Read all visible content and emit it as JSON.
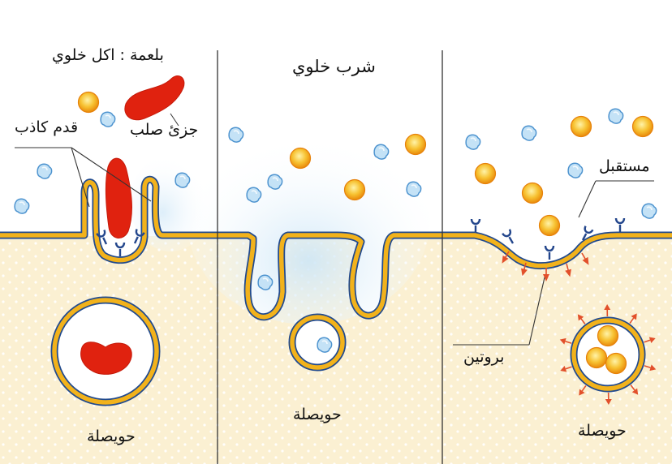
{
  "panels": {
    "phagocytosis": {
      "title": "بلعمة : اكل خلوي",
      "solid_particle_label": "جزئ صلب",
      "pseudopod_label": "قدم كاذب",
      "vesicle_label": "حويصلة"
    },
    "pinocytosis": {
      "title": "شرب خلوي",
      "vesicle_label": "حويصلة"
    },
    "receptor_mediated": {
      "receptor_label": "مستقبل",
      "protein_label": "بروتين",
      "vesicle_label": "حويصلة"
    }
  },
  "colors": {
    "cytoplasm": "#fbf0d2",
    "membrane_fill": "#f2b21b",
    "membrane_edge": "#214a8e",
    "solid_particle": "#e0220f",
    "ligand": "#f2a30c",
    "small_molecule": "#bfe0f5",
    "receptor": "#23468c",
    "protein": "#e2502b",
    "divider": "#333333"
  },
  "icons": [
    "solid-particle-icon",
    "ligand-sphere-icon",
    "small-molecule-icon",
    "receptor-icon",
    "protein-spike-icon"
  ]
}
